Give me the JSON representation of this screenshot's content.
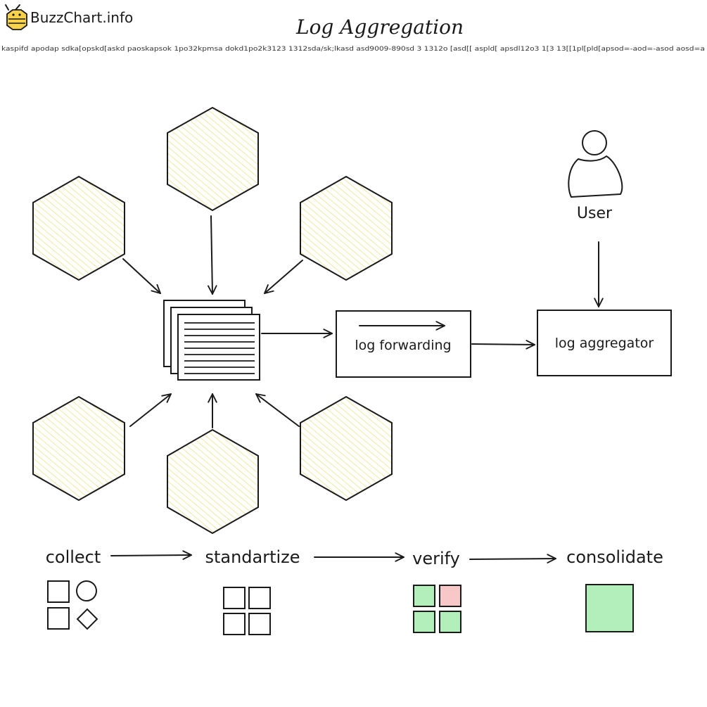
{
  "brand": {
    "name": "BuzzChart.info",
    "icon": "bee-icon"
  },
  "title": "Log Aggregation",
  "subtitle": "kaspifd apodap sdka[opskd[askd paoskapsok 1po32kpmsa dokd1po2k3123 1312sda/sk;lkasd asd9009-890sd 3 1312o [asd[[ aspld[ apsdl12o3 1[3 13[[1pl[pld[apsod=-aod=-asod aosd=a",
  "nodes": {
    "user": {
      "label": "User",
      "icon": "user-icon"
    },
    "forwarding": {
      "label": "log forwarding"
    },
    "aggregator": {
      "label": "log aggregator"
    },
    "log_files": {
      "icon": "log-files-icon"
    },
    "sources": {
      "count": 6,
      "shape": "hexagon",
      "fill_hatch": "#f2ea9a"
    }
  },
  "steps": [
    {
      "label": "collect"
    },
    {
      "label": "standartize"
    },
    {
      "label": "verify"
    },
    {
      "label": "consolidate"
    }
  ],
  "colors": {
    "ink": "#1a1a1a",
    "green": "#b2efbb",
    "pink": "#f8c8c8",
    "hatch": "#ede28a"
  }
}
